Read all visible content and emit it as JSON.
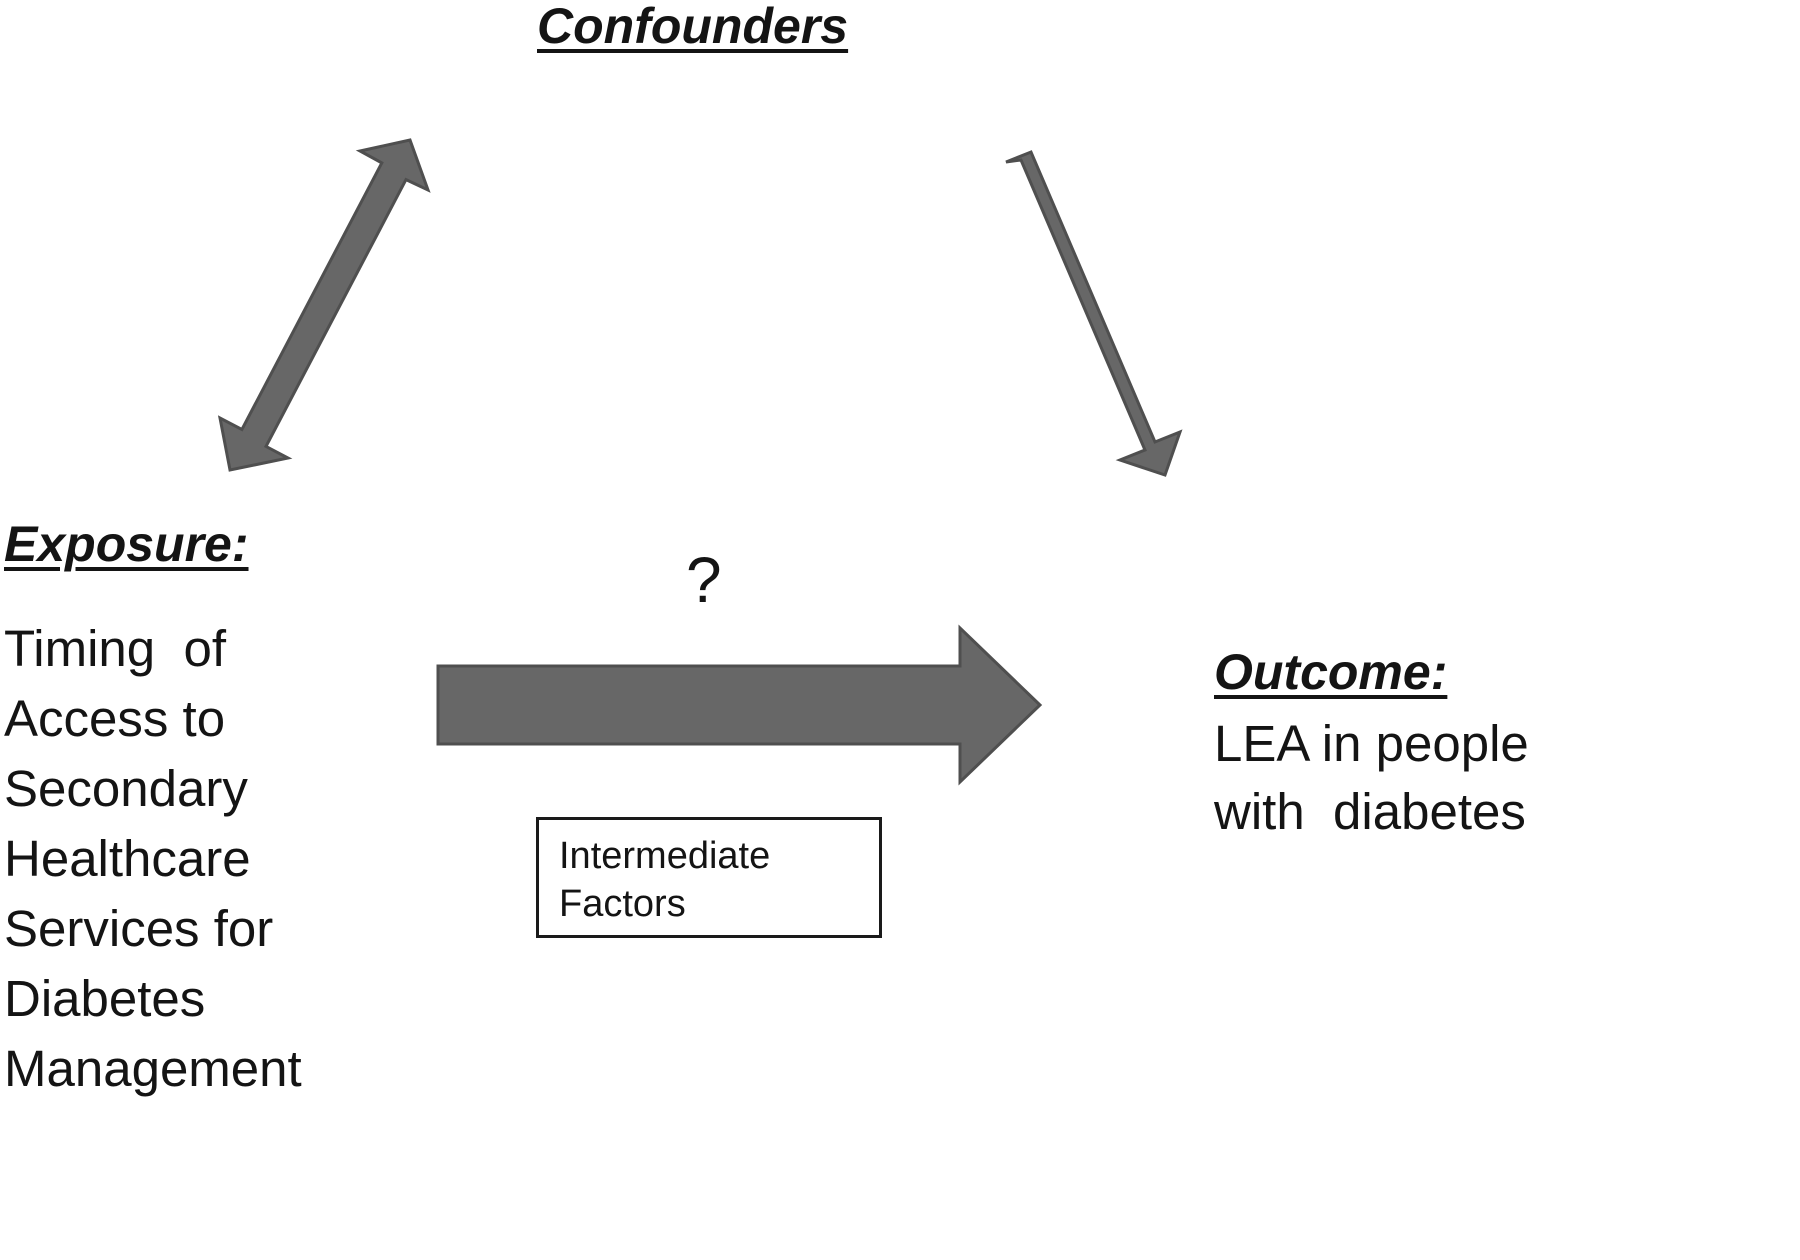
{
  "confounders": {
    "title": "Confounders"
  },
  "exposure": {
    "title": "Exposure:",
    "lines": [
      "Timing  of",
      "Access to",
      "Secondary",
      "Healthcare",
      "Services for",
      "Diabetes",
      "Management"
    ]
  },
  "outcome": {
    "title": "Outcome:",
    "lines": [
      "LEA in people",
      "with  diabetes"
    ]
  },
  "main_arrow": {
    "label": "?"
  },
  "intermediate": {
    "lines": [
      "Intermediate",
      "Factors"
    ]
  },
  "colors": {
    "arrow_fill": "#676767",
    "arrow_stroke": "#4f4f4f",
    "text": "#141414",
    "background": "#ffffff"
  }
}
